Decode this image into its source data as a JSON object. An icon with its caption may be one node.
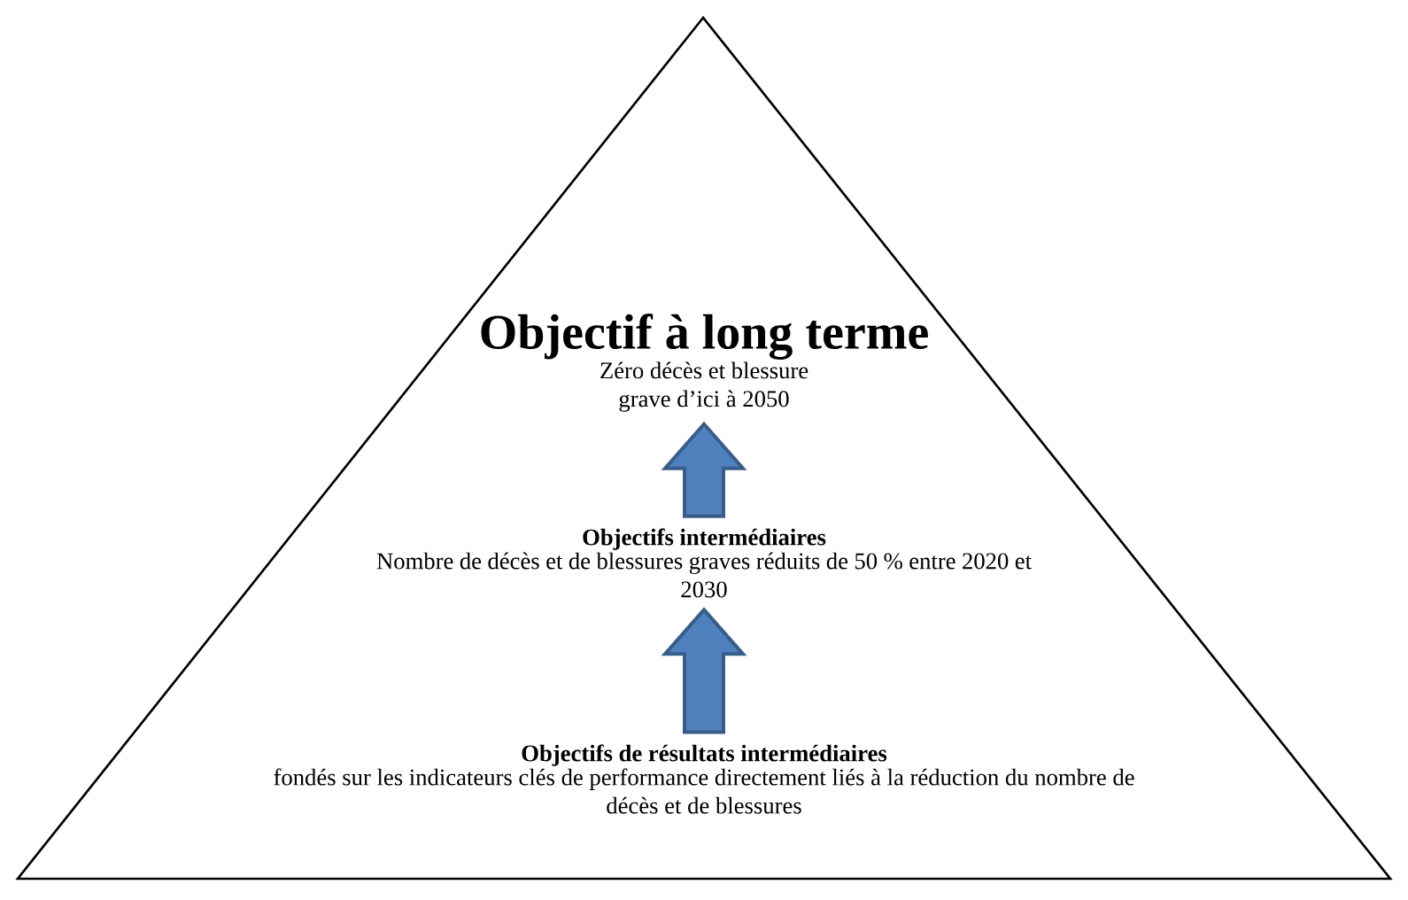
{
  "diagram": {
    "nodes": [
      {
        "text": [],
        "shape": "triangle"
      },
      {
        "text": [
          "Objectif à long terme",
          "Zéro décès et blessure grave d’ici à 2050"
        ],
        "in": 0
      },
      {
        "text": [
          "Objectifs intermédiaires",
          "Nombre de décès et de blessures graves réduits de 50 % entre 2020 et 2030"
        ],
        "in": 0
      },
      {
        "text": [
          "Objectifs de résultats intermédiaires",
          "fondés sur les indicateurs clés de performance directement liés à la réduction du nombre de décès et de blessures"
        ],
        "in": 0
      }
    ],
    "edges": [
      {
        "from": 3,
        "to": 2,
        "arrow": "to"
      },
      {
        "from": 2,
        "to": 1,
        "arrow": "to"
      }
    ]
  }
}
